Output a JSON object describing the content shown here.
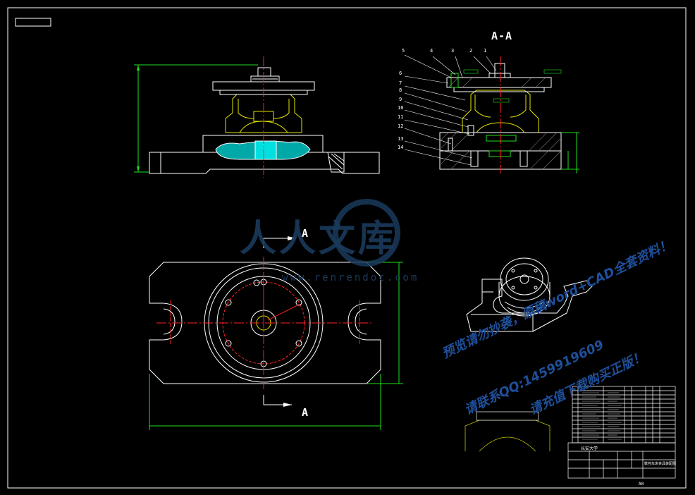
{
  "section_title": "A-A",
  "section_marks": [
    "A",
    "A"
  ],
  "part_numbers": [
    "1",
    "2",
    "3",
    "4",
    "5",
    "6",
    "7",
    "8",
    "9",
    "10",
    "11",
    "12",
    "13",
    "14"
  ],
  "watermark": {
    "logo_text": "人人文库",
    "url_text": "www.renrendoc.com",
    "notice_lines": [
      "预览请勿抄袭，原稿word+CAD全套资料！",
      "请联系QQ:1459919609",
      "请充值下载购买正版！"
    ]
  },
  "title_block": {
    "school": "长安大学",
    "drawing_name": "数控车床夹具装配图",
    "sheet_label": "A0"
  },
  "colors": {
    "outline": "#ffffff",
    "body": "#e6e600",
    "center_line": "#ff2020",
    "dimension": "#20e020",
    "hatch": "#00c8c8",
    "watermark_blue": "#1f4f9a",
    "watermark_dark": "#1a3a5c"
  }
}
